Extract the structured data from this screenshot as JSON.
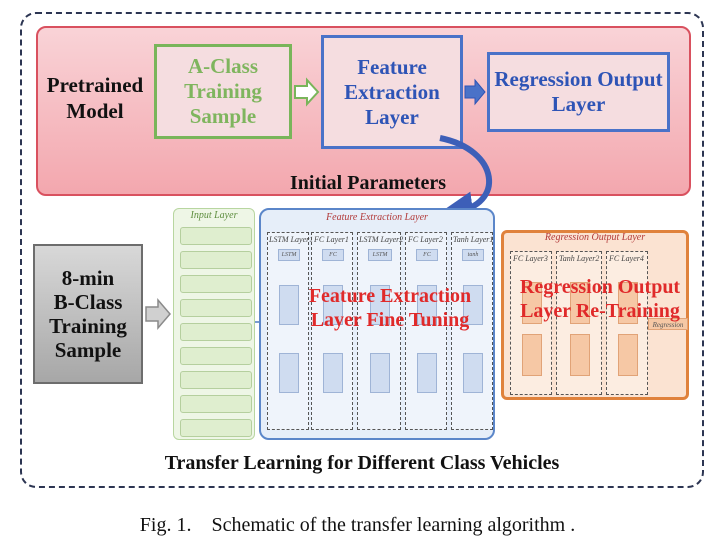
{
  "pretrained": {
    "label": "Pretrained Model",
    "a_class": "A-Class Training Sample",
    "feature": "Feature Extraction Layer",
    "regression": "Regression Output Layer"
  },
  "initial_parameters": "Initial Parameters",
  "b_class": {
    "line1": "8-min",
    "line2": "B-Class",
    "line3": "Training",
    "line4": "Sample"
  },
  "input_layer": {
    "title": "Input Layer"
  },
  "feature_layer": {
    "title": "Feature Extraction Layer",
    "columns": [
      "LSTM Layer1",
      "FC Layer1",
      "LSTM Layer2",
      "FC Layer2",
      "Tanh Layer1"
    ],
    "top_cells": [
      "LSTM",
      "FC",
      "LSTM",
      "FC",
      "tanh"
    ],
    "overlay": "Feature Extraction Layer Fine Tuning"
  },
  "regression_layer": {
    "title": "Regression Output Layer",
    "columns": [
      "FC Layer3",
      "Tanh Layer2",
      "FC Layer4"
    ],
    "output": "Regression",
    "overlay": "Regression Output Layer Re-Training"
  },
  "bottom_title": "Transfer Learning for Different Class Vehicles",
  "caption": "Fig. 1.    Schematic of the transfer learning algorithm ."
}
